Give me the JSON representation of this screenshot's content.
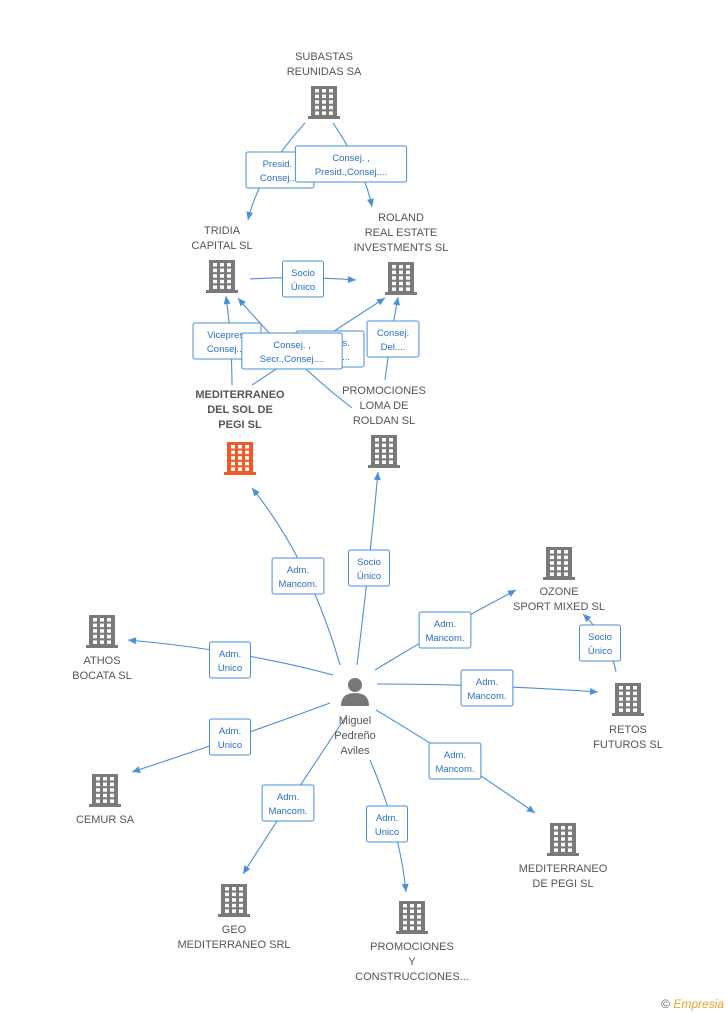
{
  "colors": {
    "building": "#7a7a7a",
    "focus": "#f05a28",
    "person": "#777777",
    "line": "#4a90d9"
  },
  "nodes": [
    {
      "id": "subastas",
      "type": "company",
      "lines": [
        "SUBASTAS",
        "REUNIDAS SA"
      ]
    },
    {
      "id": "tridia",
      "type": "company",
      "lines": [
        "TRIDIA",
        "CAPITAL SL"
      ]
    },
    {
      "id": "roland",
      "type": "company",
      "lines": [
        "ROLAND",
        "REAL ESTATE",
        "INVESTMENTS SL"
      ]
    },
    {
      "id": "mediterraneo_sol",
      "type": "company",
      "focus": true,
      "lines": [
        "MEDITERRANEO",
        "DEL SOL DE",
        "PEGI SL"
      ]
    },
    {
      "id": "promociones_loma",
      "type": "company",
      "lines": [
        "PROMOCIONES",
        "LOMA DE",
        "ROLDAN SL"
      ]
    },
    {
      "id": "ozone",
      "type": "company",
      "lines": [
        "OZONE",
        "SPORT MIXED SL"
      ]
    },
    {
      "id": "athos",
      "type": "company",
      "lines": [
        "ATHOS",
        "BOCATA SL"
      ]
    },
    {
      "id": "miguel",
      "type": "person",
      "lines": [
        "Miguel",
        "Pedreño",
        "Aviles"
      ]
    },
    {
      "id": "retos",
      "type": "company",
      "lines": [
        "RETOS",
        "FUTUROS SL"
      ]
    },
    {
      "id": "cemur",
      "type": "company",
      "lines": [
        "CEMUR SA"
      ]
    },
    {
      "id": "mediterraneo_pegi",
      "type": "company",
      "lines": [
        "MEDITERRANEO",
        "DE PEGI SL"
      ]
    },
    {
      "id": "geo",
      "type": "company",
      "lines": [
        "GEO",
        "MEDITERRANEO SRL"
      ]
    },
    {
      "id": "promociones_y",
      "type": "company",
      "lines": [
        "PROMOCIONES",
        "Y",
        "CONSTRUCCIONES..."
      ]
    }
  ],
  "edges": [
    {
      "from": "subastas",
      "to": "tridia",
      "lines": [
        "Presid. ,",
        "Consej...."
      ]
    },
    {
      "from": "subastas",
      "to": "roland",
      "lines": [
        "Consej. ,",
        "Presid.,Consej...."
      ]
    },
    {
      "from": "tridia",
      "to": "roland",
      "lines": [
        "Socio",
        "Único"
      ]
    },
    {
      "from": "mediterraneo_sol",
      "to": "tridia",
      "lines": [
        "Vicepres.",
        "Consej...."
      ]
    },
    {
      "from": "promociones_loma",
      "to": "tridia",
      "lines": [
        "Vicepres.",
        "Consej...."
      ]
    },
    {
      "from": "mediterraneo_sol",
      "to": "roland",
      "lines": [
        "Consej. ,",
        "Secr.,Consej...."
      ]
    },
    {
      "from": "promociones_loma",
      "to": "roland",
      "lines": [
        "Consej.",
        "Del...."
      ]
    },
    {
      "from": "miguel",
      "to": "mediterraneo_sol",
      "lines": [
        "Adm.",
        "Mancom."
      ]
    },
    {
      "from": "miguel",
      "to": "promociones_loma",
      "lines": [
        "Socio",
        "Único"
      ]
    },
    {
      "from": "miguel",
      "to": "ozone",
      "lines": [
        "Adm.",
        "Mancom."
      ]
    },
    {
      "from": "retos",
      "to": "ozone",
      "lines": [
        "Socio",
        "Único"
      ]
    },
    {
      "from": "miguel",
      "to": "athos",
      "lines": [
        "Adm.",
        "Unico"
      ]
    },
    {
      "from": "miguel",
      "to": "retos",
      "lines": [
        "Adm.",
        "Mancom."
      ]
    },
    {
      "from": "miguel",
      "to": "cemur",
      "lines": [
        "Adm.",
        "Unico"
      ]
    },
    {
      "from": "miguel",
      "to": "mediterraneo_pegi",
      "lines": [
        "Adm.",
        "Mancom."
      ]
    },
    {
      "from": "miguel",
      "to": "geo",
      "lines": [
        "Adm.",
        "Mancom."
      ]
    },
    {
      "from": "miguel",
      "to": "promociones_y",
      "lines": [
        "Adm.",
        "Unico"
      ]
    }
  ],
  "footer": {
    "copyright": "©",
    "brand": "Empresia"
  }
}
